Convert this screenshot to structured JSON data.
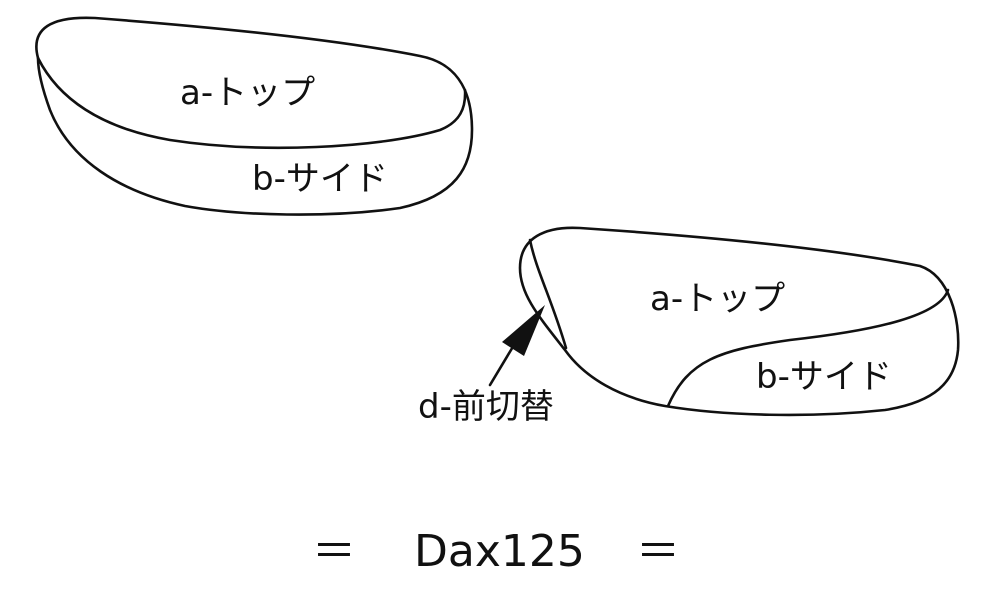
{
  "labels": {
    "top": "a-トップ",
    "side": "b-サイド",
    "front_switch": "d-前切替"
  },
  "title": {
    "left_mark": "＝",
    "model": "Dax125",
    "right_mark": "＝"
  },
  "colors": {
    "line": "#111111",
    "background": "#ffffff"
  }
}
